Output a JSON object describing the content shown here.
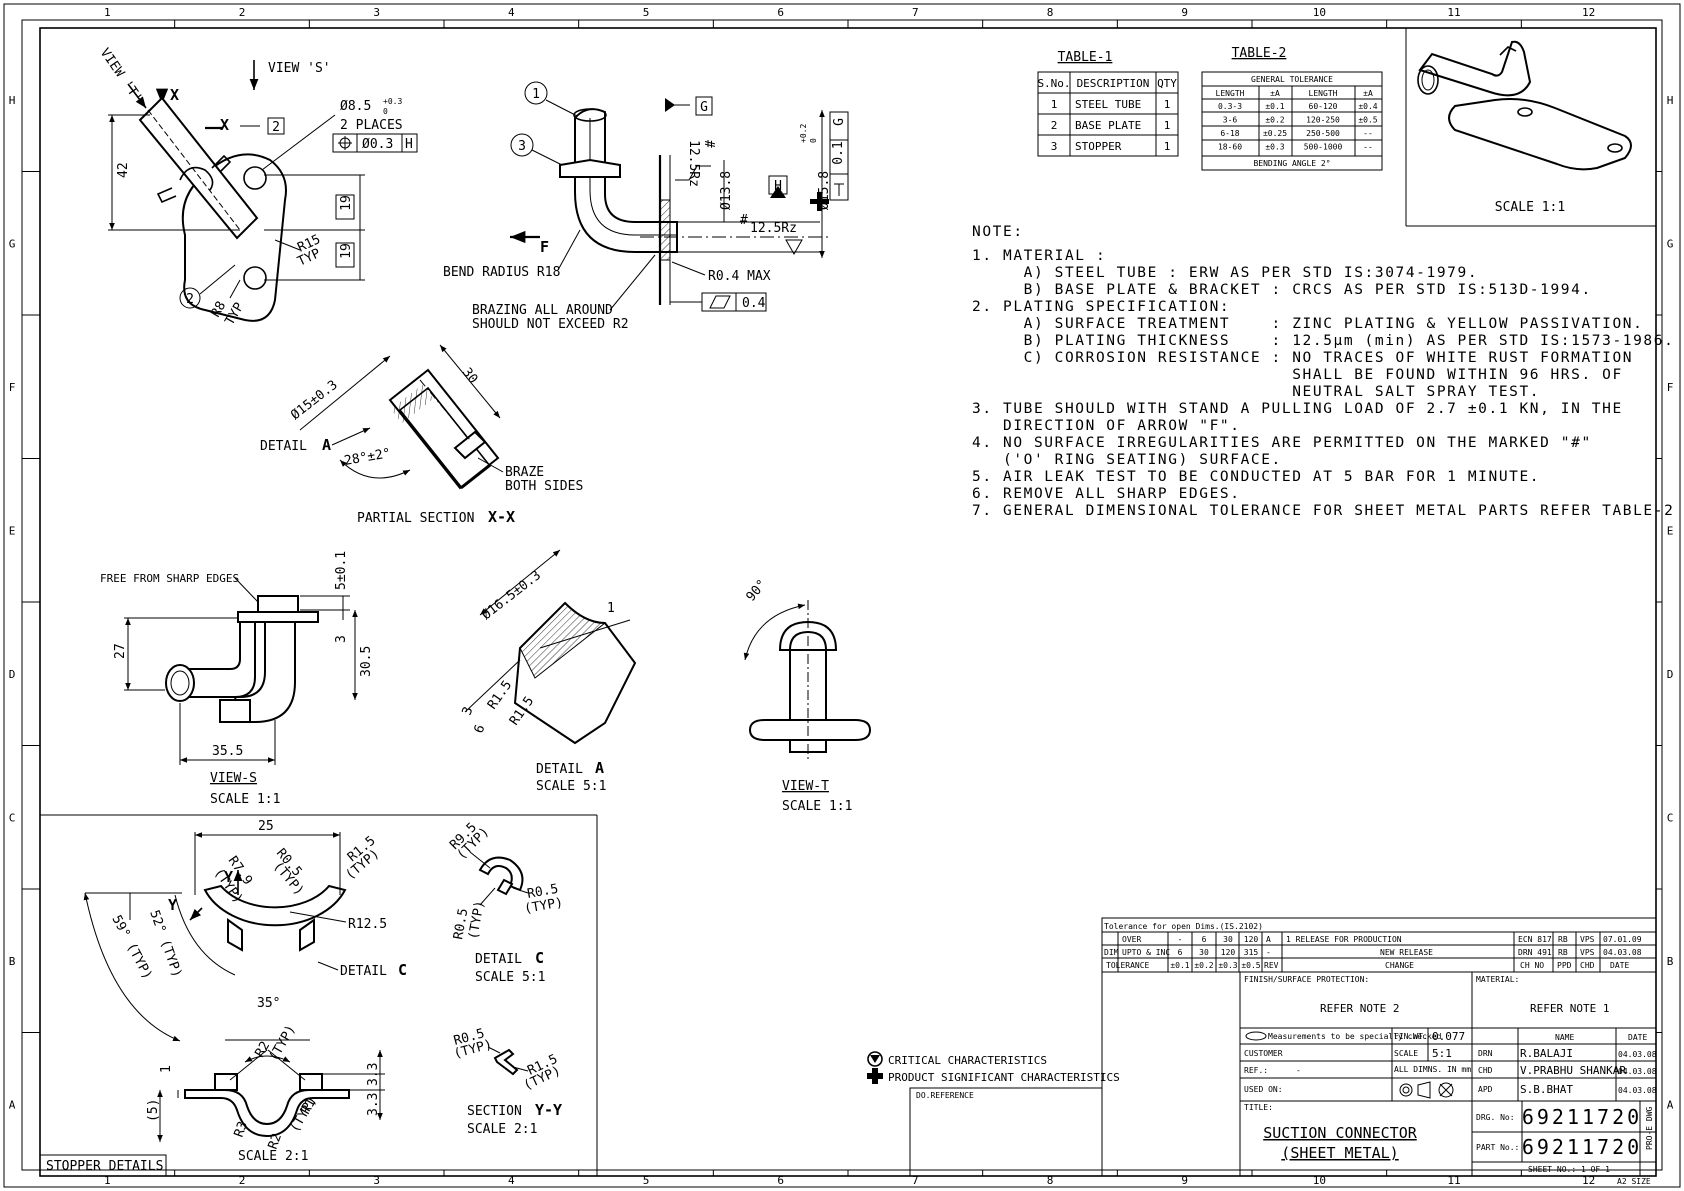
{
  "border": {
    "col_labels": [
      "1",
      "2",
      "3",
      "4",
      "5",
      "6",
      "7",
      "8",
      "9",
      "10",
      "11",
      "12"
    ],
    "row_labels": [
      "H",
      "G",
      "F",
      "E",
      "D",
      "C",
      "B",
      "A"
    ]
  },
  "table1": {
    "title": "TABLE-1",
    "headers": [
      "S.No.",
      "DESCRIPTION",
      "QTY"
    ],
    "rows": [
      [
        "1",
        "STEEL TUBE",
        "1"
      ],
      [
        "2",
        "BASE PLATE",
        "1"
      ],
      [
        "3",
        "STOPPER",
        "1"
      ]
    ]
  },
  "table2": {
    "title": "TABLE-2",
    "caption": "GENERAL TOLERANCE",
    "headers": [
      "LENGTH",
      "±A",
      "LENGTH",
      "±A"
    ],
    "rows": [
      [
        "0.3-3",
        "±0.1",
        "60-120",
        "±0.4"
      ],
      [
        "3-6",
        "±0.2",
        "120-250",
        "±0.5"
      ],
      [
        "6-18",
        "±0.25",
        "250-500",
        "--"
      ],
      [
        "18-60",
        "±0.3",
        "500-1000",
        "--"
      ]
    ],
    "footer": "BENDING ANGLE 2°"
  },
  "iso_view": {
    "scale": "SCALE 1:1"
  },
  "notes": {
    "heading": "NOTE:",
    "lines": [
      "1. MATERIAL :",
      "     A) STEEL TUBE : ERW AS PER STD IS:3074-1979.",
      "     B) BASE PLATE & BRACKET : CRCS AS PER STD IS:513D-1994.",
      "2. PLATING SPECIFICATION:",
      "     A) SURFACE TREATMENT    : ZINC PLATING & YELLOW PASSIVATION.",
      "     B) PLATING THICKNESS    : 12.5μm (min) AS PER STD IS:1573-1986.",
      "     C) CORROSION RESISTANCE : NO TRACES OF WHITE RUST FORMATION",
      "                               SHALL BE FOUND WITHIN 96 HRS. OF",
      "                               NEUTRAL SALT SPRAY TEST.",
      "3. TUBE SHOULD WITH STAND A PULLING LOAD OF 2.7 ±0.1 KN, IN THE",
      "   DIRECTION OF ARROW \"F\".",
      "4. NO SURFACE IRREGULARITIES ARE PERMITTED ON THE MARKED \"#\"",
      "   ('O' RING SEATING) SURFACE.",
      "5. AIR LEAK TEST TO BE CONDUCTED AT 5 BAR FOR 1 MINUTE.",
      "6. REMOVE ALL SHARP EDGES.",
      "7. GENERAL DIMENSIONAL TOLERANCE FOR SHEET METAL PARTS REFER TABLE-2"
    ]
  },
  "view_top": {
    "view_t": "VIEW 'T'",
    "view_s": "VIEW 'S'",
    "x1": "X",
    "x2": "X",
    "d85": "Ø8.5",
    "d85_tol_up": "+0.3",
    "d85_tol_dn": "0",
    "places": "2 PLACES",
    "pos_tol": "Ø0.3",
    "datum_h": "H",
    "box2": "2",
    "d42": "42",
    "d19a": "19",
    "d19b": "19",
    "r15": "R15",
    "typ1": "TYP",
    "r8": "R8",
    "typ2": "TYP",
    "balloon2": "2"
  },
  "view_section": {
    "balloon1": "1",
    "balloon3": "3",
    "datum_g": "G",
    "rz1": "12.5Rz",
    "hash1": "#",
    "d138": "Ø13.8",
    "datum_h": "H",
    "d158": "Ø15.8",
    "d158_tol": "+0.2",
    "d158_tol2": "0",
    "fcf_tol": "0.1",
    "fcf_datum": "G",
    "rz2": "12.5Rz",
    "hash2": "#",
    "f_label": "F",
    "bend": "BEND RADIUS R18",
    "r04": "R0.4 MAX",
    "braze1": "BRAZING ALL AROUND",
    "braze2": "SHOULD NOT EXCEED R2",
    "flat": "0.4"
  },
  "partial_section": {
    "d15": "Ø15±0.3",
    "d30": "30",
    "detail": "DETAIL",
    "detail_id": "A",
    "angle": "28°±2°",
    "braze1": "BRAZE",
    "braze2": "BOTH SIDES",
    "title": "PARTIAL SECTION",
    "title_id": "X-X"
  },
  "view_s": {
    "free": "FREE FROM SHARP EDGES",
    "d5": "5±0.1",
    "d27": "27",
    "d3": "3",
    "d305": "30.5",
    "d355": "35.5",
    "title": "VIEW-S",
    "scale": "SCALE 1:1"
  },
  "detail_a": {
    "d165": "Ø16.5±0.3",
    "one": "1",
    "r15a": "R1.5",
    "r15b": "R1.5",
    "d3": "3",
    "d6": "6",
    "title": "DETAIL",
    "title_id": "A",
    "scale": "SCALE 5:1"
  },
  "view_t": {
    "angle": "90°",
    "title": "VIEW-T",
    "scale": "SCALE 1:1"
  },
  "stopper": {
    "d25": "25",
    "r79": "R7.9",
    "r05": "R0.5",
    "typ_a": "(TYP)",
    "r15": "R1.5",
    "typ_b": "(TYP)",
    "typ_c": "(TYP)",
    "r125": "R12.5",
    "a52": "52° (TYP)",
    "a59": "59° (TYP)",
    "y1": "Y",
    "y2": "Y",
    "detail_c": "DETAIL",
    "detail_c_id": "C",
    "a35": "35°",
    "r2": "R2",
    "typ_d": "(TYP)",
    "d1": "1",
    "d5": "(5)",
    "d33a": "3.3",
    "d33b": "3.3",
    "r3": "R3",
    "r2b": "R2",
    "r1": "R1",
    "typ_e": "(TYP)",
    "scale_bottom": "SCALE 2:1",
    "label": "STOPPER DETAILS"
  },
  "detail_c": {
    "r95": "R9.5",
    "typ1": "(TYP)",
    "r05a": "R0.5",
    "typ2": "(TYP)",
    "r05b": "R0.5",
    "typ3": "(TYP)",
    "title": "DETAIL",
    "title_id": "C",
    "scale": "SCALE 5:1"
  },
  "section_yy": {
    "r05": "R0.5",
    "typ1": "(TYP)",
    "r15": "R1.5",
    "typ2": "(TYP)",
    "title": "SECTION",
    "title_id": "Y-Y",
    "scale": "SCALE 2:1"
  },
  "legend": {
    "critical": "CRITICAL CHARACTERISTICS",
    "product": "PRODUCT SIGNIFICANT CHARACTERISTICS",
    "do_ref": "DO.REFERENCE"
  },
  "title_block": {
    "tol_title": "Tolerance for open Dims.(IS.2102)",
    "dim": "DIM",
    "over": "OVER",
    "upto": "UPTO & INC",
    "tolerance": "TOLERANCE",
    "over_vals": [
      "-",
      "6",
      "30",
      "120"
    ],
    "upto_vals": [
      "6",
      "30",
      "120",
      "315"
    ],
    "tol_vals": [
      "±0.1",
      "±0.2",
      "±0.3",
      "±0.5"
    ],
    "rev_rows": [
      {
        "rev": "A",
        "change": "1 RELEASE FOR PRODUCTION",
        "ch": "ECN 817",
        "by": "RB",
        "chk": "VPS",
        "date": "07.01.09"
      },
      {
        "rev": "-",
        "change": "NEW RELEASE",
        "ch": "DRN 491",
        "by": "RB",
        "chk": "VPS",
        "date": "04.03.08"
      }
    ],
    "rev_header": {
      "rev": "REV",
      "change": "CHANGE",
      "ch": "CH NO",
      "by": "PPD",
      "chk": "CHD",
      "date": "DATE"
    },
    "finish_label": "FINISH/SURFACE PROTECTION:",
    "finish_value": "REFER NOTE 2",
    "material_label": "MATERIAL:",
    "material_value": "REFER NOTE 1",
    "measure": "Measurements to be specially checked",
    "fin_wt_label": "FIN.WT.",
    "fin_wt": "0.077",
    "name_h": "NAME",
    "date_h": "DATE",
    "customer": "CUSTOMER",
    "scale_label": "SCALE",
    "scale": "5:1",
    "drn": "DRN",
    "drn_name": "R.BALAJI",
    "drn_date": "04.03.08",
    "ref": "REF.:",
    "ref_val": "-",
    "dims": "ALL DIMNS. IN mm",
    "chd": "CHD",
    "chd_name": "V.PRABHU SHANKAR",
    "chd_date": "04.03.08",
    "used_on": "USED ON:",
    "apd": "APD",
    "apd_name": "S.B.BHAT",
    "apd_date": "04.03.08",
    "title_label": "TITLE:",
    "title1": "SUCTION CONNECTOR",
    "title2": "(SHEET METAL)",
    "drg_label": "DRG. No:",
    "drg_no": "69211720",
    "part_label": "PART No.:",
    "part_no": "69211720",
    "sheet": "SHEET NO.: 1 OF 1",
    "size": "A2 SIZE",
    "proe": "PRO-E DWG"
  }
}
